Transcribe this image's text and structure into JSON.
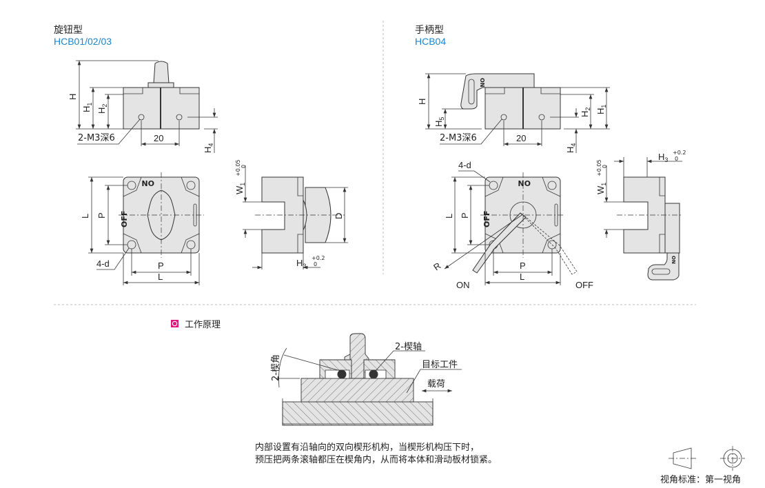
{
  "knob_type": {
    "title": "旋钮型",
    "model": "HCB01/02/03",
    "labels": {
      "H": "H",
      "H1": "H",
      "H1_sub": "1",
      "H2": "H",
      "H2_sub": "2",
      "H4": "H",
      "H4_sub": "4",
      "tap": "2-M3深6",
      "pitch": "20",
      "L": "L",
      "P": "P",
      "holes": "4-d",
      "W1": "W",
      "W1_sub": "1",
      "W1_tol_upper": "+0.05",
      "W1_tol_lower": "0",
      "D": "D",
      "H3": "H",
      "H3_sub": "3",
      "H3_tol_upper": "+0.2",
      "H3_tol_lower": "0",
      "on": "ON",
      "off": "OFF"
    }
  },
  "handle_type": {
    "title": "手柄型",
    "model": "HCB04",
    "labels": {
      "H": "H",
      "H1": "H",
      "H1_sub": "1",
      "H2": "H",
      "H2_sub": "2",
      "H4": "H",
      "H4_sub": "4",
      "H5": "H",
      "H5_sub": "5",
      "tap": "2-M3深6",
      "pitch": "20",
      "L": "L",
      "P": "P",
      "holes": "4-d",
      "R": "R",
      "W1": "W",
      "W1_sub": "1",
      "W1_tol_upper": "+0.05",
      "W1_tol_lower": "0",
      "H3": "H",
      "H3_sub": "3",
      "H3_tol_upper": "+0.2",
      "H3_tol_lower": "0",
      "on": "ON",
      "off": "OFF"
    }
  },
  "principle": {
    "heading": "工作原理",
    "wedge_shaft": "2-楔轴",
    "target": "目标工件",
    "load": "载荷",
    "wedge_angle": "2-楔角",
    "description": [
      "内部设置有沿轴向的双向楔形机构，当楔形机构压下时，",
      "预压把两条滚轴都压在楔角内，从而将本体和滑动板材锁紧。"
    ]
  },
  "projection": {
    "label": "视角标准：第一视角"
  },
  "colors": {
    "accent_blue": "#1a86cc",
    "section_marker": "#e0157a",
    "body_fill": "#e4e4e4"
  }
}
